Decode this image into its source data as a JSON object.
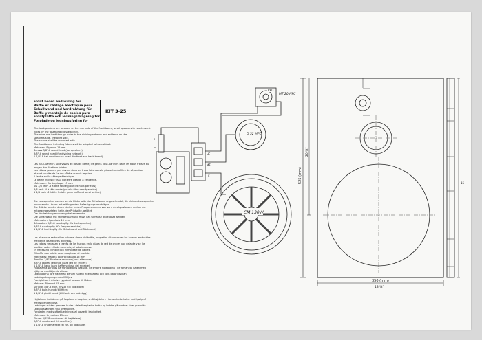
{
  "sheet": {
    "title_lines": [
      "Front board and wiring for",
      "Baffle et câblage électrique pour",
      "Schallwand und Verdrahtung für",
      "Baffle y montaje de cables para",
      "Frontplatta och ledningsdragning för",
      "Forplade og ledningsføring for"
    ],
    "kit_label": "KIT 3-25"
  },
  "text_sections": [
    {
      "lines": [
        "The loudspeakers are screwed on the rear side of the front board, small speakers in countersunk",
        "holes by the fastening clips attached.",
        "The wires are lead through holes in the dividing network and soldered on the",
        "speakers side, the print side.",
        "The screws shall be mounted with",
        "The front board including fabric shall be adapted to the cabinet.",
        "Materials: Plywood 15 mm",
        "     Screws 3/8\"-8 round head (for speakers)",
        "          3/8\"-4 round head (for dividing network)",
        "          1 1/4\"-8 flat countersunk head (for front and back board)"
      ]
    },
    {
      "lines": [
        "Les haut-parleurs sont vissés au dos du baffle, les petits haut-parleurs dans les trous fraisés au",
        "moyen des fixations jointes.",
        "Les câbles passent par devant dans les trous faits dans la plaquette du filtre de séparation",
        "et sont soudés de l'autre côté au circuit imprimé.",
        "Il faut aussi le câblage électrique.",
        "Le baffle inclus le tissu doit être adapté à l'enceinte.",
        "Matériaux: Contreplaqué 15 mm",
        "     Vis 3/8 tech -8 à tête ronde (pour les haut-parleurs)",
        "          3/8 tech -4 à tête ronde (pour le filtre de séparation)",
        "          1 1/4 tech -8 à tête fraisée (pour baffle et paroi arrière)"
      ]
    },
    {
      "lines": [
        "Die Lautsprecher werden an die Hinterseite der Schallwand angeschraubt, die kleinen Lautsprecher",
        "in versenkte Löcher mit mitfolgenden Befestigungsbeschlägen.",
        "Die Drähte werden durch Löcher in der Frequenzweiche von vorn durchgestossen und an der",
        "entgegengesetzten Seite, der Printseite, gelötet.",
        "Die Verdrahtung muss eingehalten werden.",
        "Die Schallwand mit Stoffbespannung muss das Gehäuse angepasst werden.",
        "Materialien: Sperrholz 15 mm",
        "     Schrauben 3/8\"-8 rundkopfig (für Lautsprecher)",
        "          3/8\"-4 rundkopfig (für Frequenzweiche)",
        "          1 1/4\"-8 flachkopfig (für Schallwand und Rückwand)"
      ]
    },
    {
      "lines": [
        "Los altavoces se tornillan sobre el dorso del baffle, pequeños altavoces en los huecos embutidos",
        "mediante los fiadores adjuntos.",
        "Los cables se pasan a través de los huecos en la placa de red de cruces por delante y se los",
        "sueldan sobre el lado contrario, el lado impreso.",
        "Es necesario cumplir con el montaje de cables.",
        "El baffle con la tela debe adaptarse al mueble.",
        "Materiales: Madera contrachapada 15 mm",
        "     Tornillos 3/8\"-8 cabeza redonda (para altavoces)",
        "          3/8\"-4 cabeza redonda (para red de cruces)",
        "          1 1/4\"-8 llano (para baffle y dorso del mueble)"
      ]
    },
    {
      "lines": [
        "Högtalarna skruvas på frontplattans baksida, de smärre högtalarna i de försänkta hålen med",
        "hjälp av medföljande clipsar.",
        "Ledningarna förs framifrån genom hålen i filterplattan och löds på printsidan.",
        "Ledningsdragningen skall följas.",
        "Frontplattan inklusive tyg skall passas till lådan.",
        "Material: Plywood 15 mm",
        "     Skruvar 3/8\"-8 kullr. huvud (till högtalare)",
        "          3/8\"-4 kullr. huvud (till filter)",
        "          1 1/4\"-8 platt huvud (till front- och bakvägg)"
      ]
    },
    {
      "lines": [
        "Højtalerne fastskrues på forpladens bagside, små højttalere i forsænkede huller ved hjælp af",
        "medfølgende clipse.",
        "Ledninger stikkes gennem huller i delefilterpladen forfra og loddes på modsat side, printside.",
        "Ledningsføringen skal overholdes.",
        "Forpladen med stofbeklædning skal passe til kabinettet.",
        "Materiale: Krydsfiner 15 mm",
        "     Skruer 3/8\"-8 rundhoved (til højttalere)",
        "          3/8\"-4 rundhoved (til delefilter)",
        "          1 1/4\"-8 undersænket (til for- og bagplade)"
      ]
    }
  ],
  "wiring": {
    "tweeter_label": "MT 20 HFC",
    "tweeter_tag": "RED",
    "mid_label": "D 52 MFC",
    "woofer_label": "CM 130W",
    "network_tags": [
      "HF",
      "MF",
      "LF"
    ],
    "input_tags": [
      "+",
      "−"
    ]
  },
  "front_board": {
    "height_dim": "525 (mm)",
    "width_dim": "350 (mm)",
    "height_dim_alt": "20 ¾\"",
    "width_dim_alt": "13 ¾\"",
    "section_label": "15"
  }
}
